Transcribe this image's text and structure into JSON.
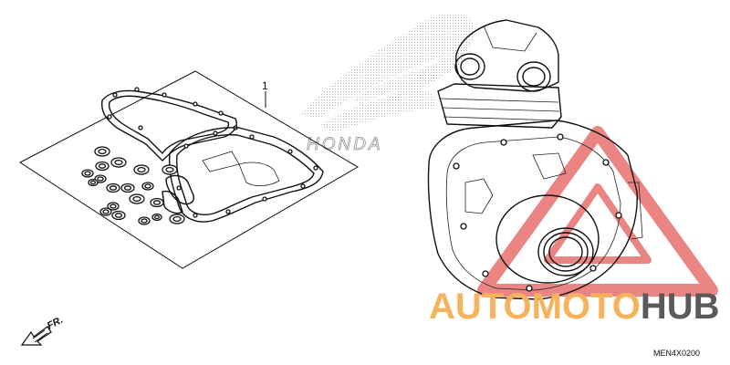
{
  "diagram": {
    "callout": "1",
    "direction_label": "FR.",
    "diagram_code": "MEN4X0200",
    "background_brand": "HONDA",
    "watermark": {
      "part1": "AUTOMOTO",
      "part2": "HUB",
      "color_orange": "#f6b25c",
      "color_gray": "#5a5a5a",
      "triangle_color": "#d9231f"
    }
  }
}
